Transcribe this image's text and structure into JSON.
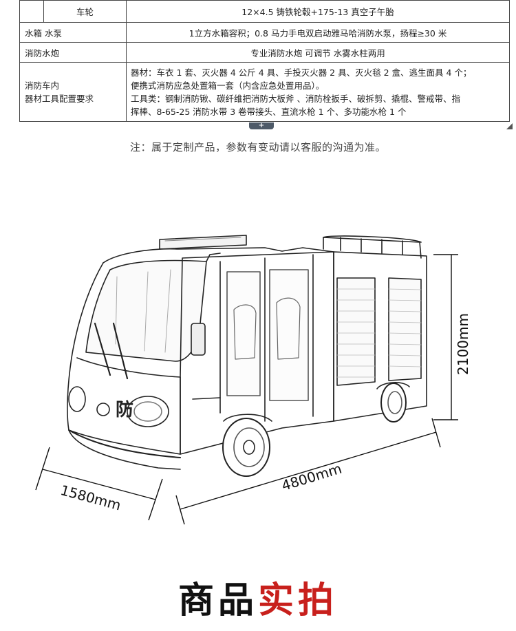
{
  "spec_table": {
    "rows": [
      {
        "key": "",
        "subkey": "车轮",
        "value": "12×4.5 铸铁轮毂+175-13 真空子午胎"
      },
      {
        "key": "水箱 水泵",
        "value": "1立方水箱容积；0.8 马力手电双启动雅马哈消防水泵，扬程≥30 米"
      },
      {
        "key": "消防水炮",
        "value": "专业消防水炮 可调节 水雾水柱两用"
      },
      {
        "key_lines": [
          "消防车内",
          "器材工具配置要求"
        ],
        "value_lines": [
          "器材：车衣 1 套、灭火器 4 公斤 4 具、手投灭火器 2 具、灭火毯 2 盒、逃生面具 4 个；",
          "便携式消防应急处置箱一套（内含应急处置用品）。",
          "工具类：钢制消防锹、碳纤维把消防大板斧 、消防栓扳手、破拆剪、撬棍、警戒带、指",
          "挥棒、8-65-25 消防水带 3 卷带接头、直流水枪 1 个、多功能水枪 1 个"
        ]
      }
    ],
    "expand_symbol": "+"
  },
  "note": "注：属于定制产品，参数有变动请以客服的沟通为准。",
  "drawing": {
    "dimension_height": "2100mm",
    "dimension_length": "4800mm",
    "dimension_width": "1580mm",
    "door_character": "防"
  },
  "footer": {
    "title_part1": "商品",
    "title_part2": "实拍"
  }
}
